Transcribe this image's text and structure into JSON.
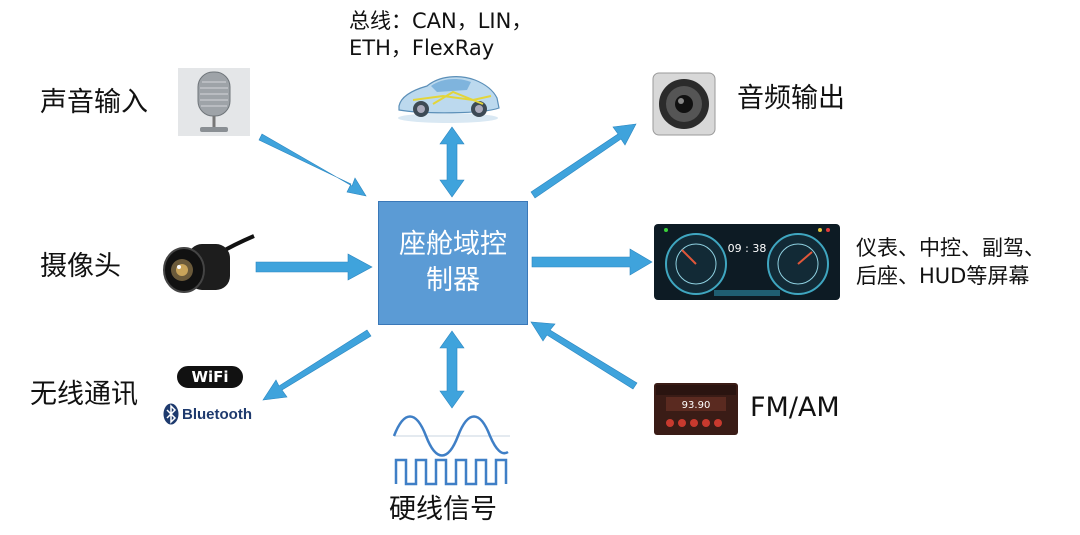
{
  "center": {
    "label": "座舱域控制器"
  },
  "nodes": {
    "voice_input": "声音输入",
    "bus_line1": "总线：CAN，LIN，",
    "bus_line2": "ETH，FlexRay",
    "audio_output": "音频输出",
    "camera": "摄像头",
    "displays_line1": "仪表、中控、副驾、",
    "displays_line2": "后座、HUD等屏幕",
    "wireless": "无线通讯",
    "hardwire": "硬线信号",
    "fm_am": "FM/AM"
  },
  "dashboard": {
    "clock": "09 : 38"
  },
  "radio": {
    "frequency": "93.90"
  },
  "logos": {
    "wifi": "WiFi",
    "bluetooth": "Bluetooth"
  },
  "colors": {
    "arrow": "#3fa3dc",
    "center_box": "#5b9bd5",
    "center_text": "#ffffff"
  }
}
